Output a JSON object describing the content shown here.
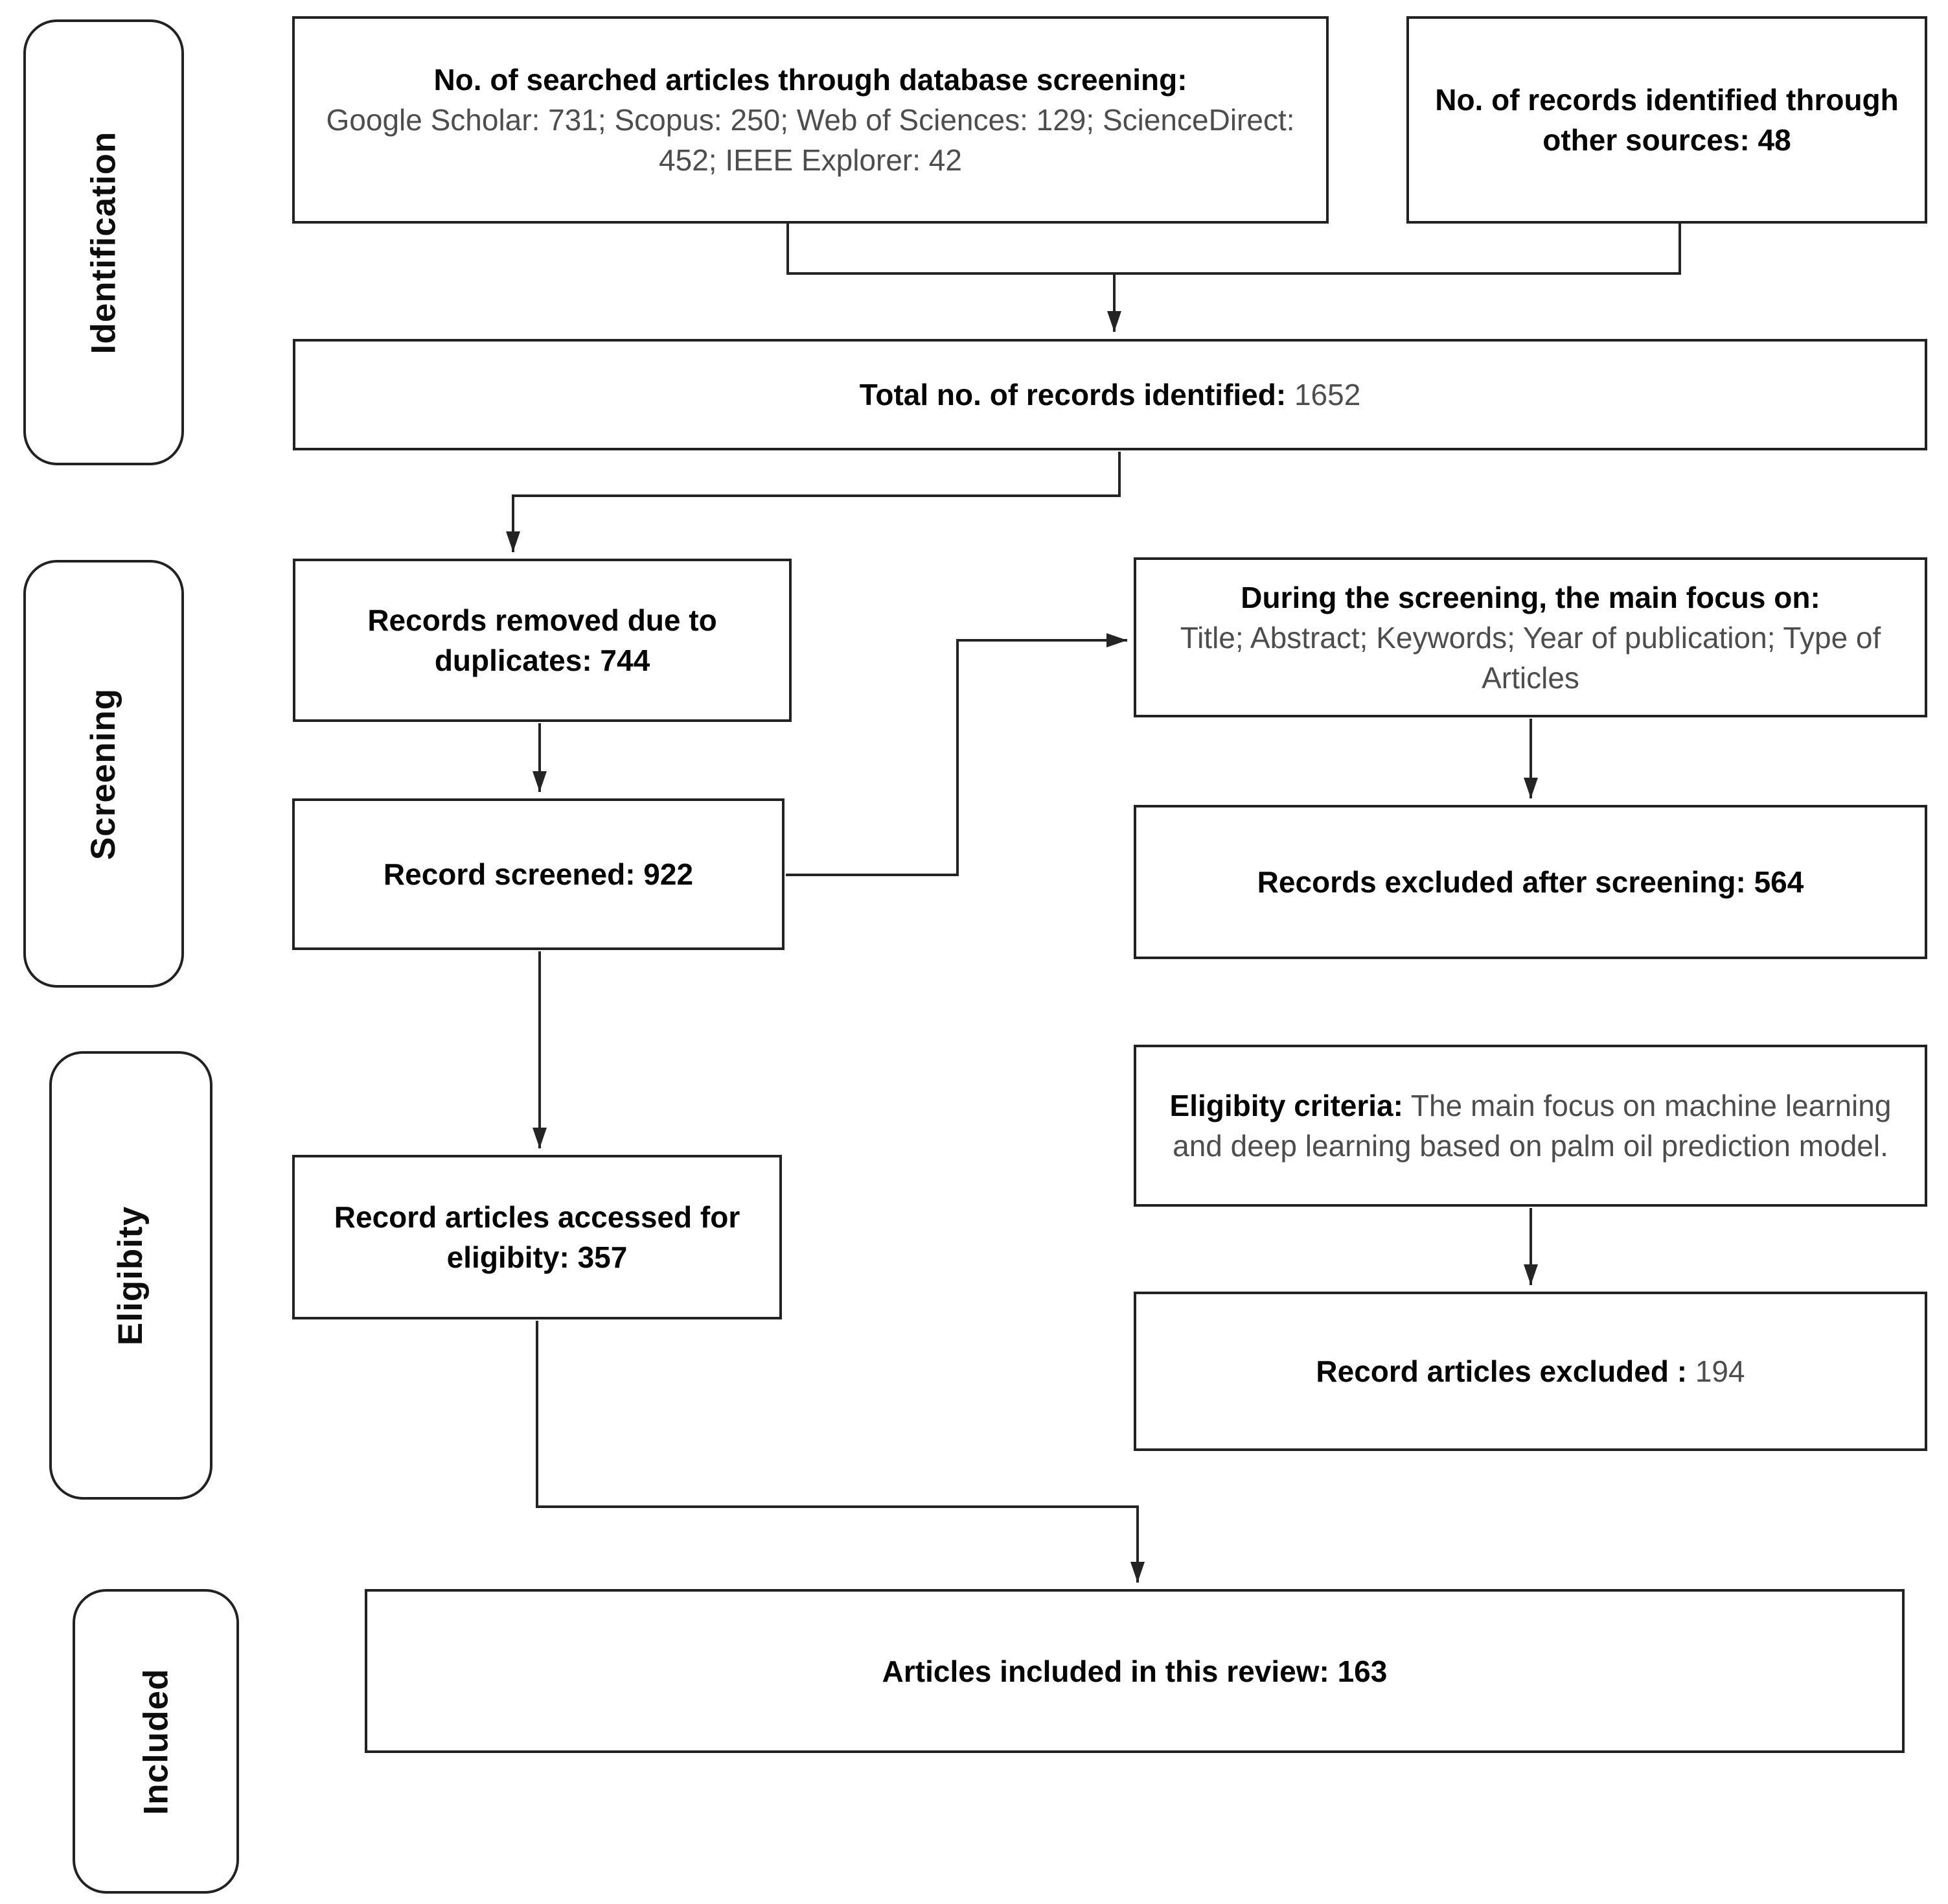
{
  "stages": [
    {
      "label": "Identification"
    },
    {
      "label": "Screening"
    },
    {
      "label": "Eligibity"
    },
    {
      "label": "Included"
    }
  ],
  "boxes": {
    "searched": {
      "title": "No. of searched articles through database screening:",
      "body": "Google Scholar: 731; Scopus: 250; Web of Sciences: 129; ScienceDirect: 452; IEEE Explorer: 42"
    },
    "other_sources": {
      "title": "No. of records identified through other sources:  48"
    },
    "total": {
      "title": "Total no. of records identified:",
      "value": "1652"
    },
    "duplicates": {
      "title": "Records removed due to duplicates: 744"
    },
    "during_screening": {
      "title": "During the screening, the main focus on:",
      "body": "Title; Abstract; Keywords; Year of publication; Type of Articles"
    },
    "screened": {
      "title": "Record screened: 922"
    },
    "excluded_screening": {
      "title": "Records excluded after screening: 564"
    },
    "eligibity_criteria": {
      "title": "Eligibity criteria:",
      "body": "The main focus on machine learning and deep learning based on palm oil prediction model."
    },
    "accessed": {
      "title": "Record articles accessed for eligibity: 357"
    },
    "articles_excluded": {
      "title": "Record articles excluded :",
      "value": "194"
    },
    "included": {
      "title": "Articles included in this review: 163"
    }
  },
  "colors": {
    "line": "#242424",
    "border": "#222222",
    "title_text": "#050505",
    "body_text": "#4d4d4d"
  }
}
